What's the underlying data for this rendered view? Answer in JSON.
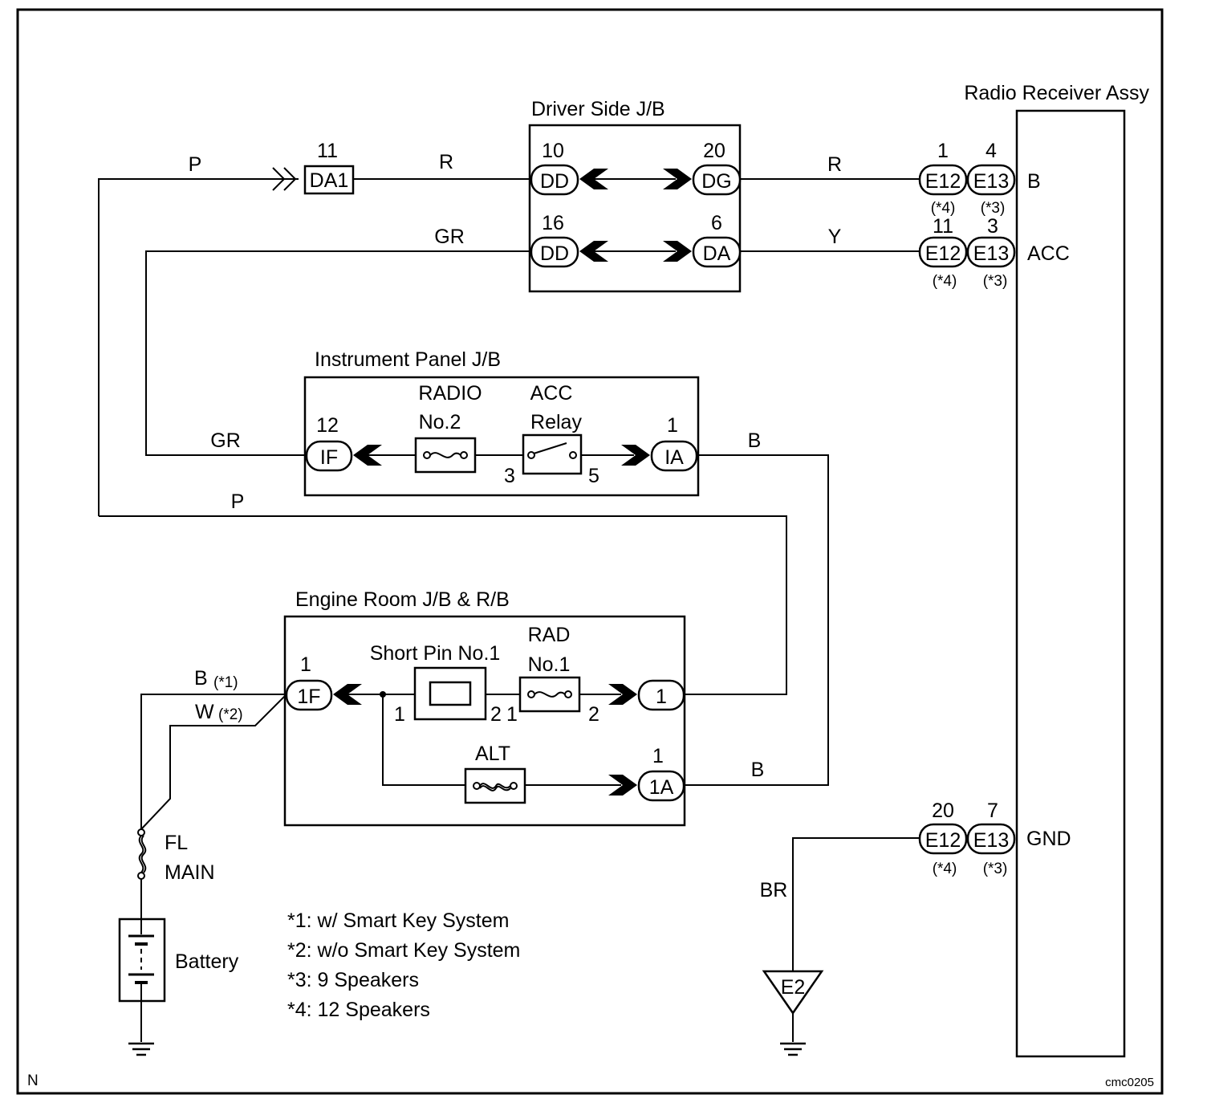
{
  "frame": {
    "corner_mark": "N",
    "drawing_code": "cmc0205"
  },
  "blocks": {
    "driver_jb": "Driver Side J/B",
    "ip_jb": "Instrument Panel J/B",
    "engine_jb": "Engine Room J/B & R/B",
    "radio": "Radio Receiver Assy"
  },
  "connectors": {
    "da1": {
      "code": "DA1",
      "pin": "11"
    },
    "dd_top": {
      "code": "DD",
      "pin": "10"
    },
    "dg": {
      "code": "DG",
      "pin": "20"
    },
    "dd_bot": {
      "code": "DD",
      "pin": "16"
    },
    "da": {
      "code": "DA",
      "pin": "6"
    },
    "if": {
      "code": "IF",
      "pin": "12"
    },
    "ia": {
      "code": "IA",
      "pin": "1"
    },
    "f1": {
      "code": "1F",
      "pin": "1"
    },
    "r1": {
      "code": "1",
      "pin": ""
    },
    "a1": {
      "code": "1A",
      "pin": "1"
    },
    "e12_b": {
      "code": "E12",
      "pin": "1",
      "note": "(*4)"
    },
    "e13_b": {
      "code": "E13",
      "pin": "4",
      "note": "(*3)"
    },
    "e12_acc": {
      "code": "E12",
      "pin": "11",
      "note": "(*4)"
    },
    "e13_acc": {
      "code": "E13",
      "pin": "3",
      "note": "(*3)"
    },
    "e12_gnd": {
      "code": "E12",
      "pin": "20",
      "note": "(*4)"
    },
    "e13_gnd": {
      "code": "E13",
      "pin": "7",
      "note": "(*3)"
    }
  },
  "terminals": {
    "b": "B",
    "acc": "ACC",
    "gnd": "GND"
  },
  "wires": {
    "p_top": "P",
    "r_left": "R",
    "r_right": "R",
    "gr_top": "GR",
    "y": "Y",
    "gr_ip": "GR",
    "b_ia": "B",
    "p_mid": "P",
    "b_smart": "B",
    "b_smart_note": "(*1)",
    "w_nosmart": "W",
    "w_nosmart_note": "(*2)",
    "b_alt": "B",
    "br": "BR"
  },
  "components": {
    "radio_fuse_l1": "RADIO",
    "radio_fuse_l2": "No.2",
    "acc_relay_l1": "ACC",
    "acc_relay_l2": "Relay",
    "relay_pin3": "3",
    "relay_pin5": "5",
    "short_pin": "Short Pin No.1",
    "short_pin1": "1",
    "short_pin2": "2",
    "rad_fuse_l1": "RAD",
    "rad_fuse_l2": "No.1",
    "rad_pin1": "1",
    "rad_pin2": "2",
    "alt": "ALT",
    "fl_l1": "FL",
    "fl_l2": "MAIN",
    "battery": "Battery",
    "ground_e2": "E2"
  },
  "notes": [
    "*1: w/ Smart Key System",
    "*2: w/o Smart Key System",
    "*3: 9 Speakers",
    "*4: 12 Speakers"
  ]
}
